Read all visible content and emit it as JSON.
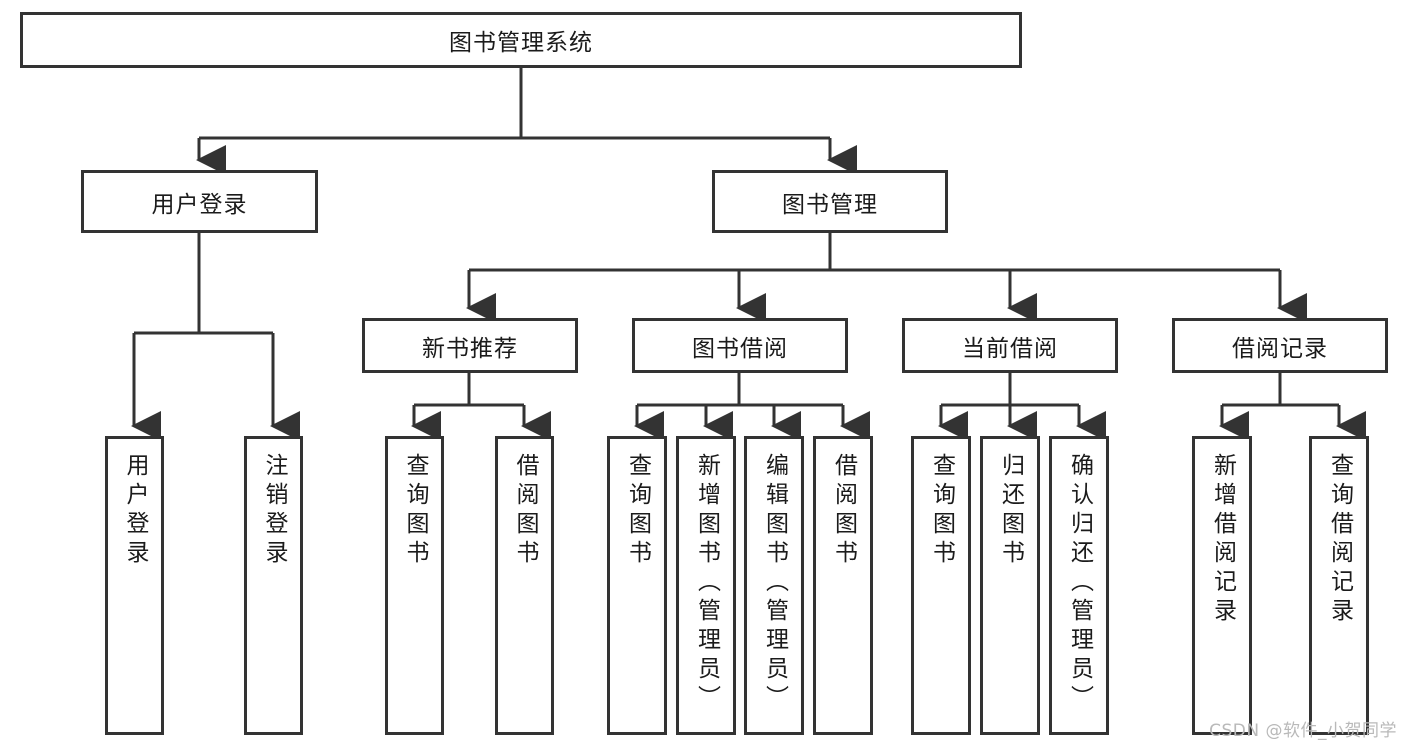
{
  "diagram": {
    "title": "图书管理系统",
    "watermark": "CSDN @软件_小贺同学",
    "colors": {
      "stroke": "#333333",
      "background": "#ffffff",
      "text": "#1b1b1b",
      "watermark": "#b9b9b9"
    },
    "root": {
      "label": "图书管理系统"
    },
    "level2": [
      {
        "label": "用户登录"
      },
      {
        "label": "图书管理"
      }
    ],
    "level3": [
      {
        "label": "新书推荐"
      },
      {
        "label": "图书借阅"
      },
      {
        "label": "当前借阅"
      },
      {
        "label": "借阅记录"
      }
    ],
    "leaves": {
      "user_login": [
        {
          "label": "用户登录"
        },
        {
          "label": "注销登录"
        }
      ],
      "new_book_recommend": [
        {
          "label": "查询图书"
        },
        {
          "label": "借阅图书"
        }
      ],
      "book_borrow": [
        {
          "label": "查询图书"
        },
        {
          "label": "新增图书（管理员）"
        },
        {
          "label": "编辑图书（管理员）"
        },
        {
          "label": "借阅图书"
        }
      ],
      "current_borrow": [
        {
          "label": "查询图书"
        },
        {
          "label": "归还图书"
        },
        {
          "label": "确认归还（管理员）"
        }
      ],
      "borrow_record": [
        {
          "label": "新增借阅记录"
        },
        {
          "label": "查询借阅记录"
        }
      ]
    }
  }
}
